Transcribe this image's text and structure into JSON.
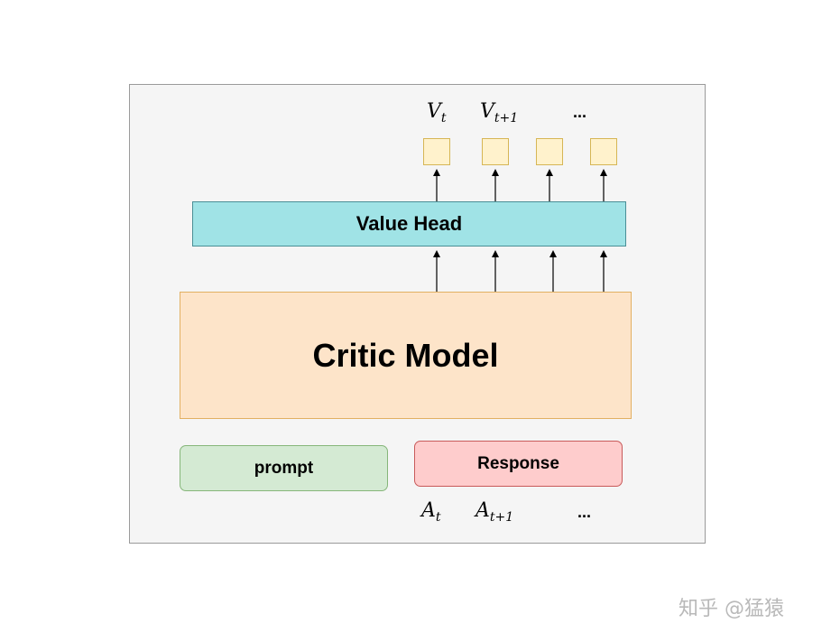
{
  "diagram": {
    "value_head_label": "Value Head",
    "critic_model_label": "Critic Model",
    "prompt_label": "prompt",
    "response_label": "Response",
    "value_labels": [
      {
        "base": "V",
        "sub": "t"
      },
      {
        "base": "V",
        "sub": "t+1"
      },
      {
        "text": "..."
      }
    ],
    "action_labels": [
      {
        "base": "A",
        "sub": "t"
      },
      {
        "base": "A",
        "sub": "t+1"
      },
      {
        "text": "..."
      }
    ]
  },
  "watermark": "知乎 @猛猿",
  "colors": {
    "value_head_fill": "#a0e3e6",
    "critic_fill": "#fde4c9",
    "prompt_fill": "#d4ead3",
    "response_fill": "#fecccc",
    "value_box_fill": "#fff2cc"
  }
}
